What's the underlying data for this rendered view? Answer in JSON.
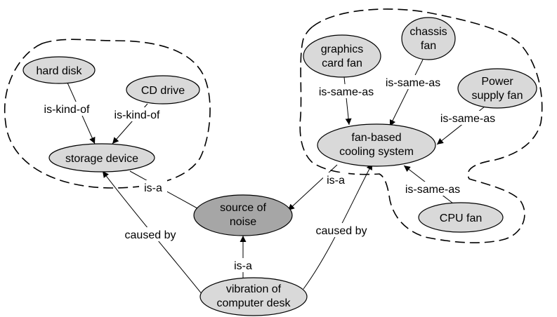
{
  "nodes": {
    "hard_disk": "hard disk",
    "cd_drive": "CD drive",
    "storage_device": "storage device",
    "graphics_card_fan_l1": "graphics",
    "graphics_card_fan_l2": "card fan",
    "chassis_fan_l1": "chassis",
    "chassis_fan_l2": "fan",
    "power_supply_fan_l1": "Power",
    "power_supply_fan_l2": "supply fan",
    "fan_cooling_l1": "fan-based",
    "fan_cooling_l2": "cooling system",
    "cpu_fan": "CPU fan",
    "source_noise_l1": "source of",
    "source_noise_l2": "noise",
    "vibration_l1": "vibration of",
    "vibration_l2": "computer desk"
  },
  "edges": {
    "hard_disk_storage": "is-kind-of",
    "cd_drive_storage": "is-kind-of",
    "storage_source": "is-a",
    "fan_source": "is-a",
    "graphics_fan": "is-same-as",
    "chassis_fan": "is-same-as",
    "power_fan": "is-same-as",
    "cpu_fan": "is-same-as",
    "vibration_source": "is-a",
    "vibration_storage": "caused by",
    "vibration_fan": "caused by"
  },
  "colors": {
    "node_fill": "#d9d9d9",
    "highlight_node_fill": "#a6a6a6",
    "stroke": "#000000"
  }
}
